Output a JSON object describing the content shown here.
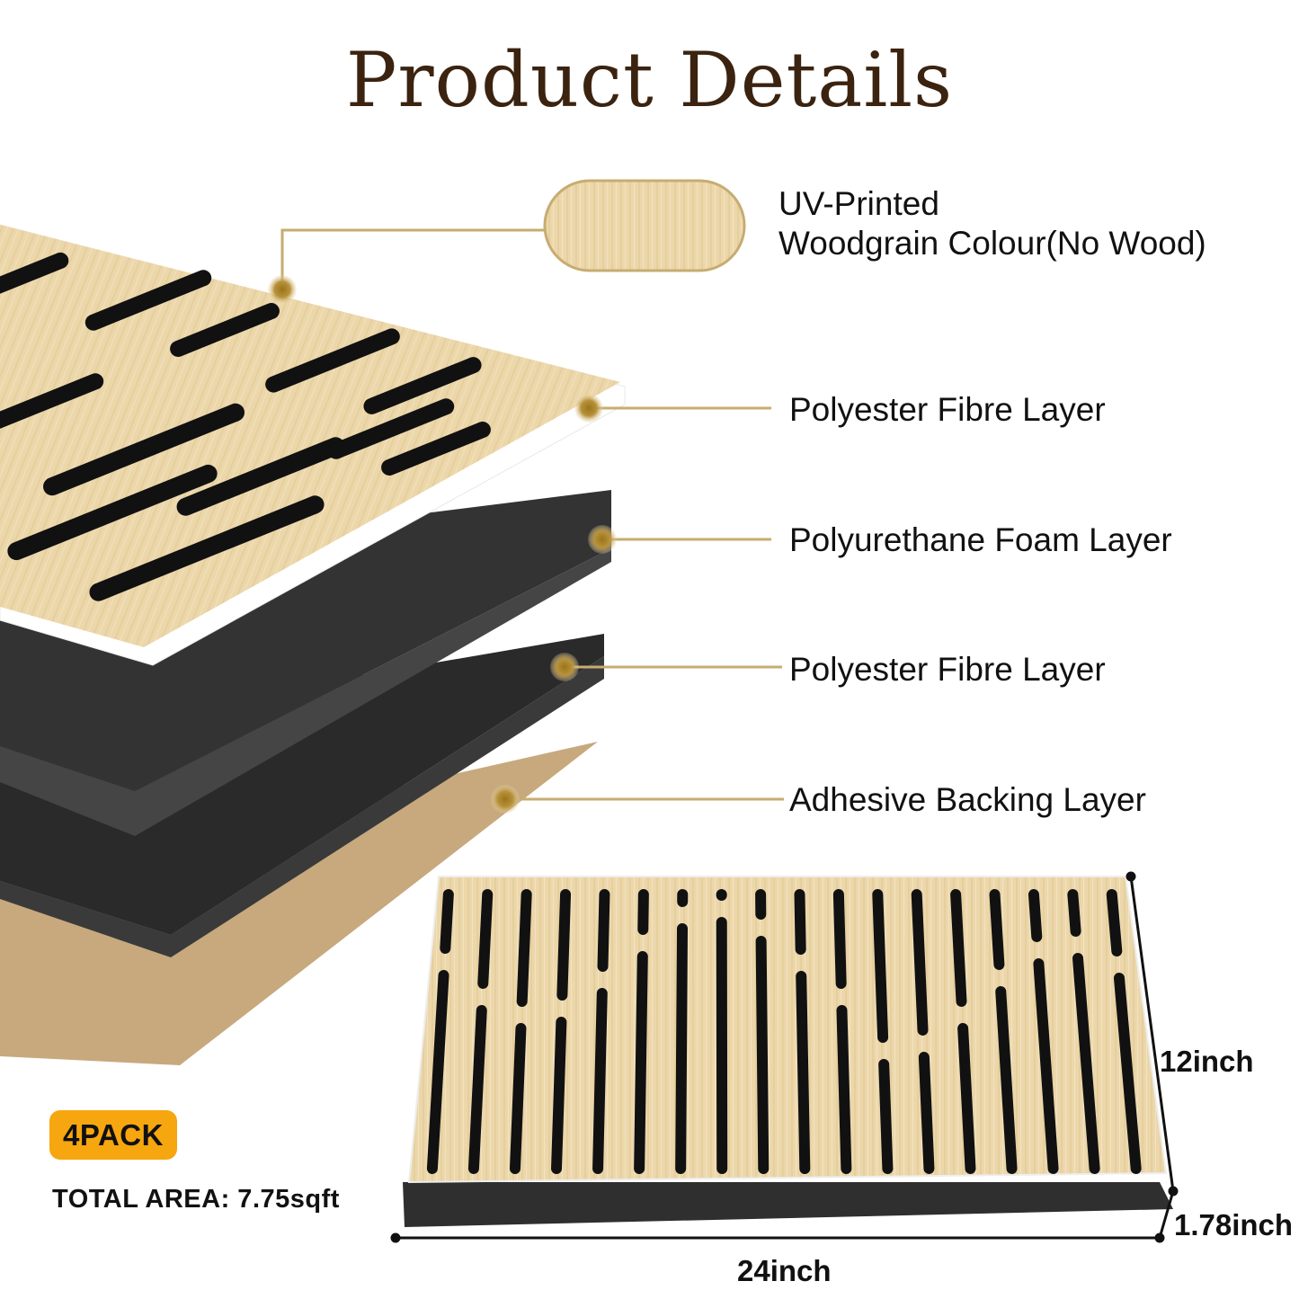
{
  "title": "Product Details",
  "layers": {
    "uv_line1": "UV-Printed",
    "uv_line2": "Woodgrain Colour(No Wood)",
    "layer1": "Polyester Fibre Layer",
    "layer2": "Polyurethane Foam Layer",
    "layer3": "Polyester Fibre Layer",
    "layer4": "Adhesive Backing Layer"
  },
  "badge": "4PACK",
  "total_area": "TOTAL AREA: 7.75sqft",
  "dimensions": {
    "height": "12inch",
    "depth": "1.78inch",
    "width": "24inch"
  },
  "colors": {
    "title": "#3b2310",
    "wood": "#ecd7ab",
    "foam": "#2f2f2f",
    "backing": "#c7a97d",
    "callout": "#c7ac72",
    "badge": "#f6a60f"
  }
}
